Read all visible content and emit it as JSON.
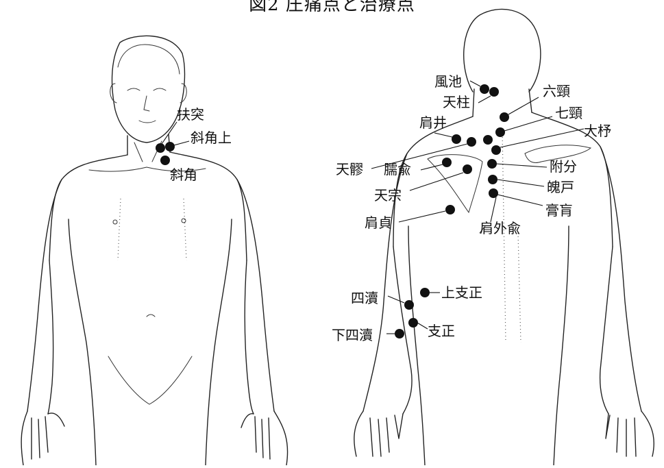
{
  "title": "図2 圧痛点と治療点",
  "point_color": "#111111",
  "front_labels": {
    "futotsu": "扶突",
    "shakakujo": "斜角上",
    "shakaku": "斜角"
  },
  "back_labels": {
    "fuchi": "風池",
    "tenchu": "天柱",
    "rokkei": "六頸",
    "shichikei": "七頸",
    "kensei": "肩井",
    "taijo": "大杼",
    "tenryo": "天髎",
    "jyuyu": "臑兪",
    "fubun": "附分",
    "hakko": "魄戸",
    "tenso": "天宗",
    "koko": "膏肓",
    "kentei": "肩貞",
    "kengaiyu": "肩外兪",
    "shitoku": "四瀆",
    "joshisei": "上支正",
    "kashitoku": "下四瀆",
    "shisei": "支正"
  }
}
